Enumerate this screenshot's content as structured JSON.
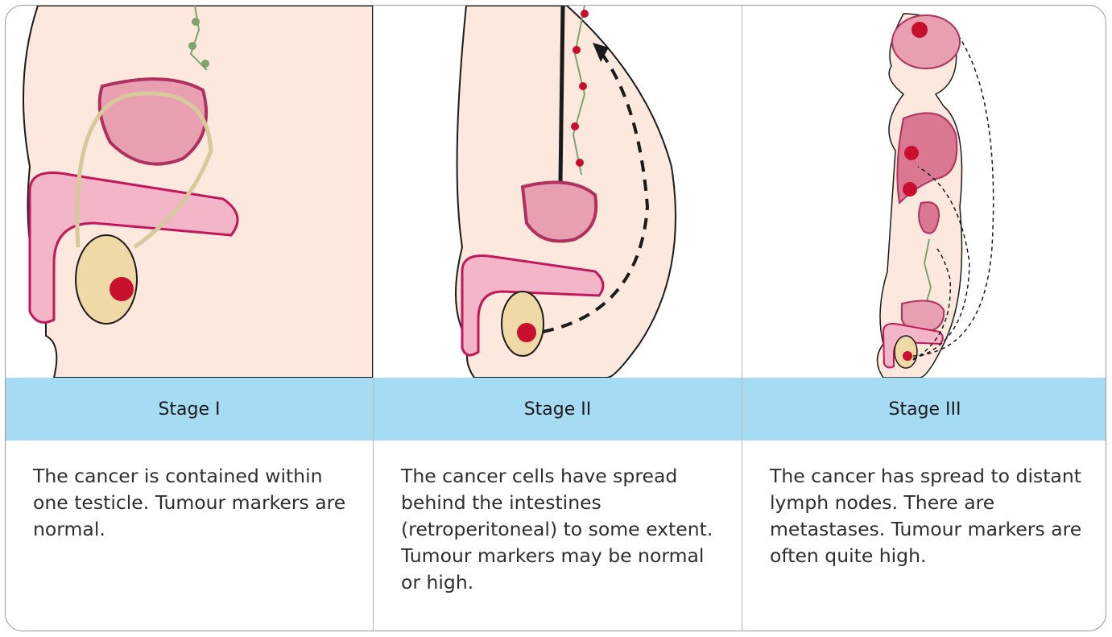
{
  "stages": [
    {
      "title": "Stage I",
      "description": "The cancer is contained within one testicle. Tumour markers are normal."
    },
    {
      "title": "Stage II",
      "description": "The cancer cells have spread behind the intestines (retroperitoneal) to some extent. Tumour markers may be normal or high."
    },
    {
      "title": "Stage III",
      "description": "The cancer has spread to distant lymph nodes. There are metastases. Tumour markers are often quite high."
    }
  ],
  "colors": {
    "band": "#a5dcf3",
    "skin": "#fce8dd",
    "tumour": "#c8102e",
    "lymph": "#7fa36d"
  }
}
